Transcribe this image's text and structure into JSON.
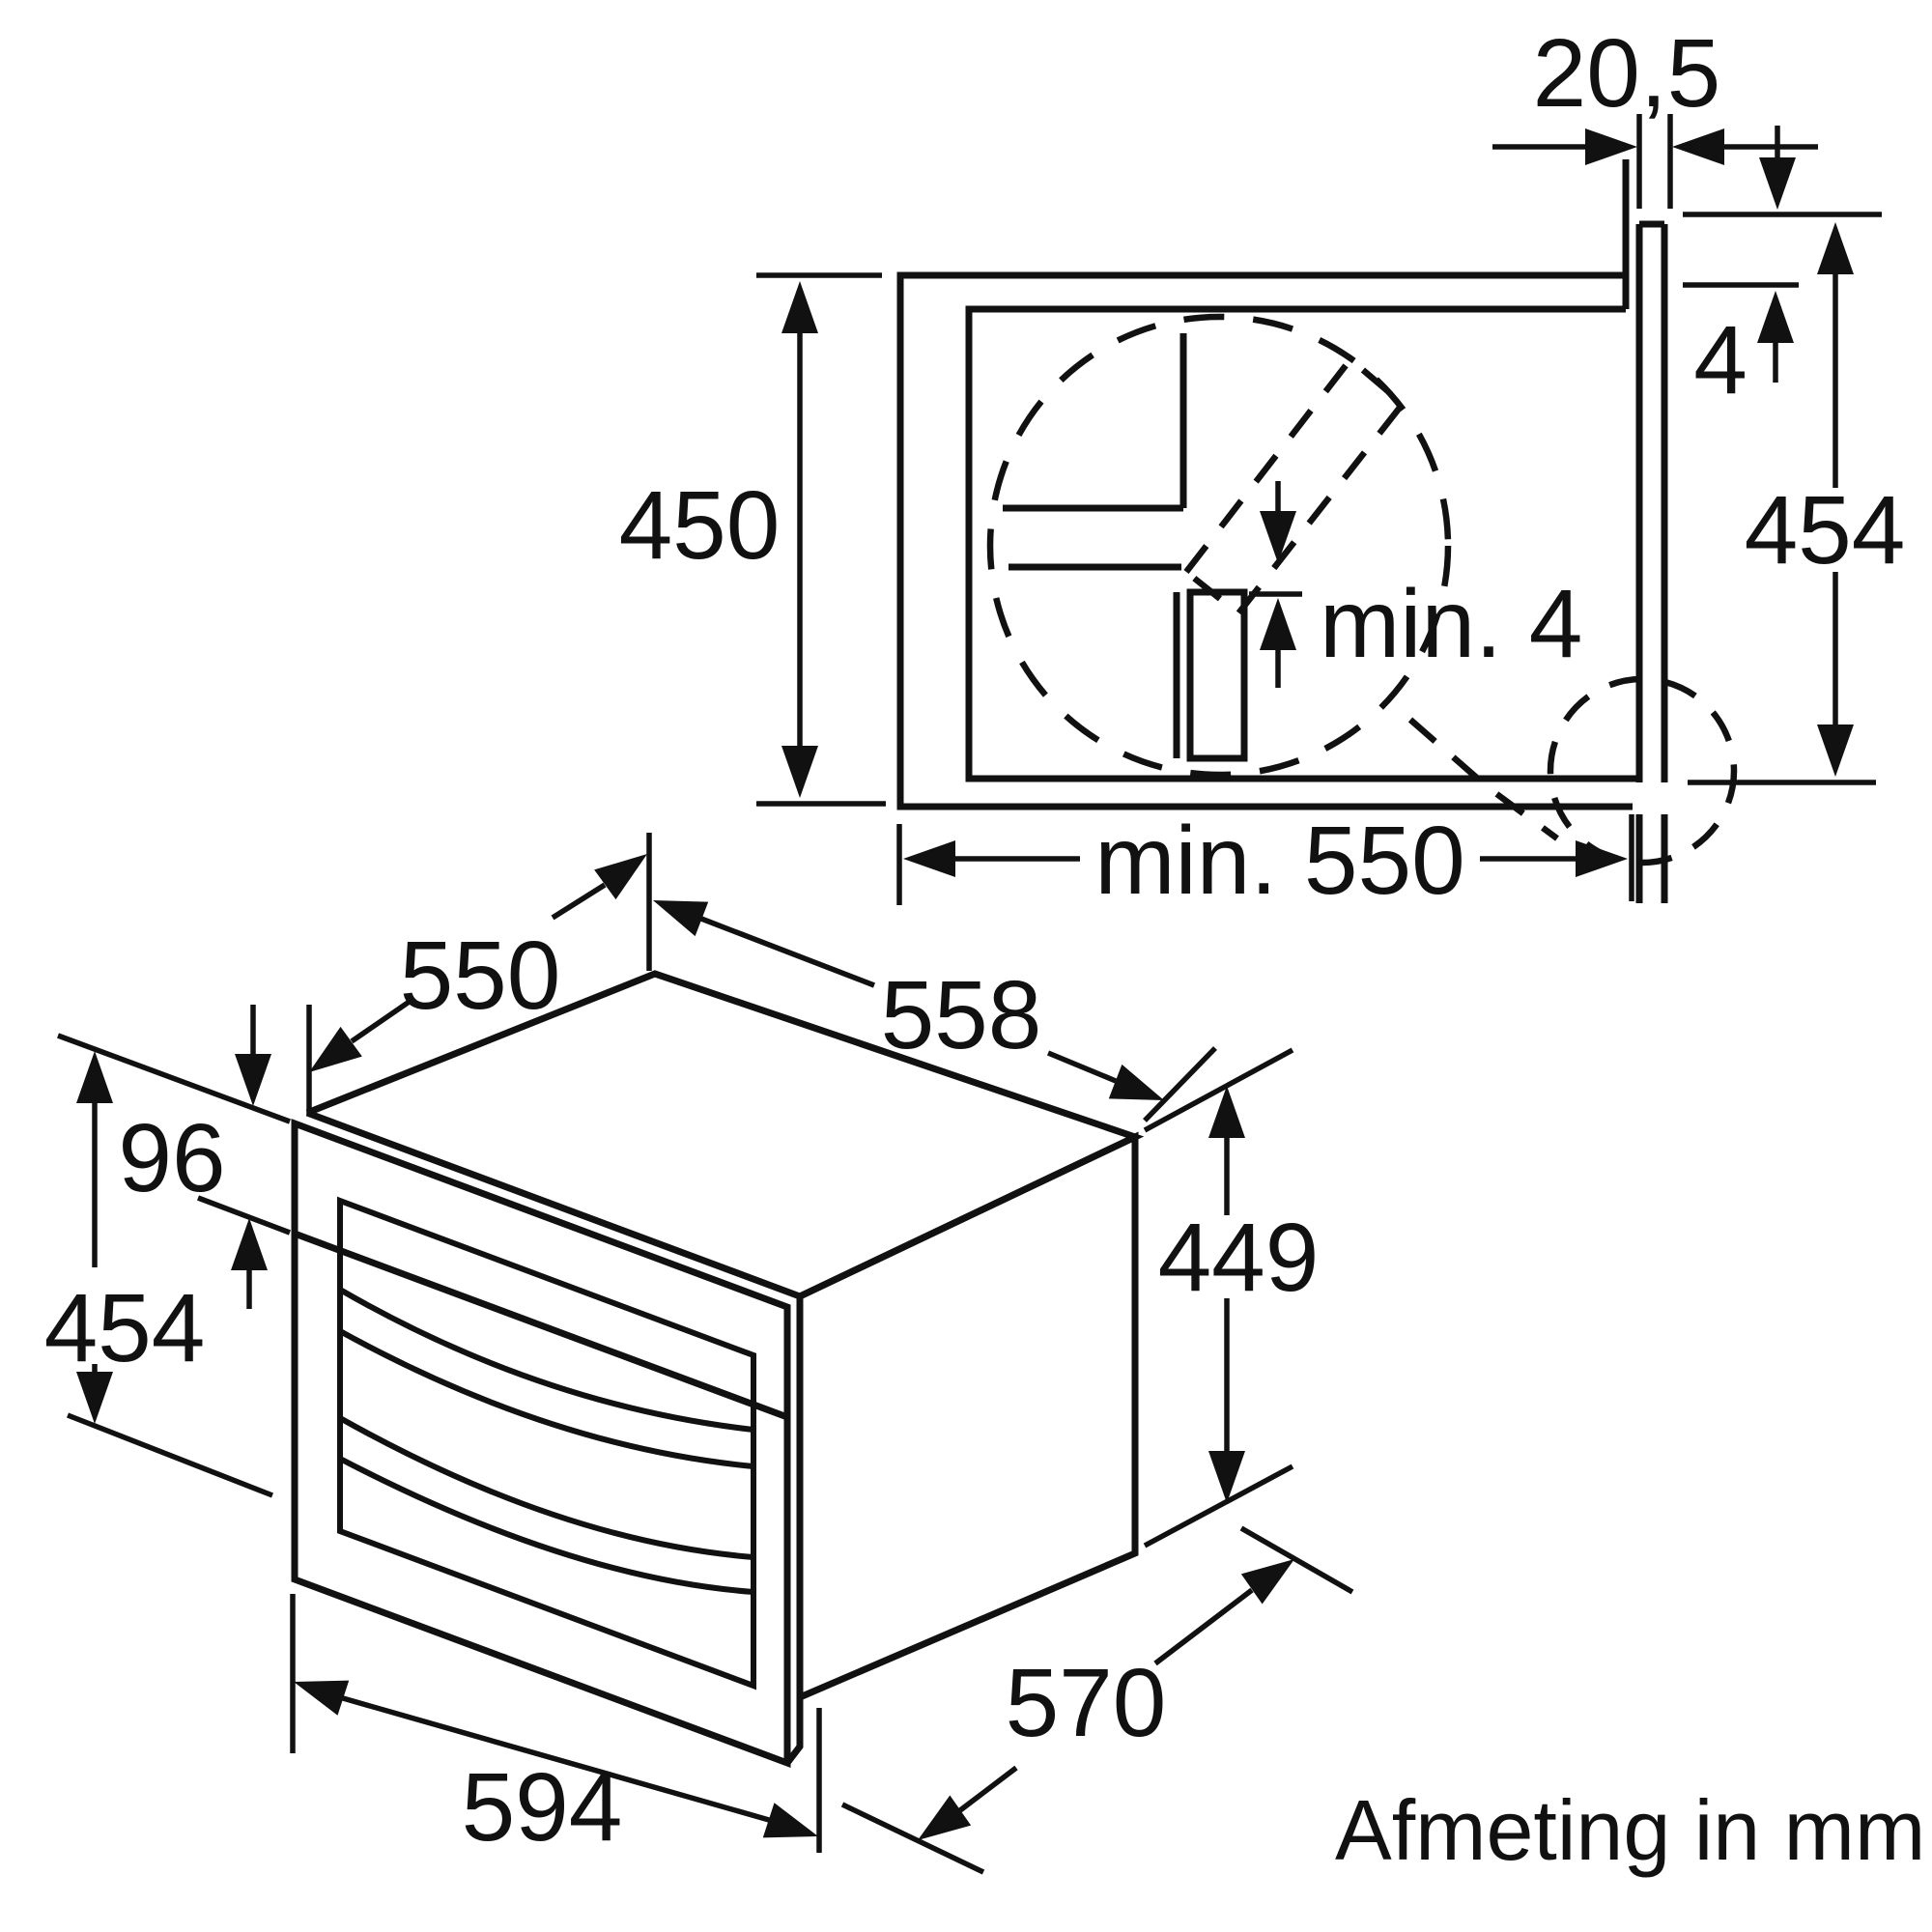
{
  "diagram": {
    "type": "appliance-installation-drawing",
    "caption": "Afmeting in mm",
    "units": "mm",
    "colors": {
      "line": "#111111",
      "background": "#ffffff"
    },
    "top_view": {
      "description": "niche cross-section with turntable swing circle and plug clearance detail",
      "labels": {
        "wall_thickness": "20,5",
        "top_gap": "4",
        "side_height": "454",
        "niche_height": "450",
        "plug_gap": "min. 4",
        "niche_depth_min": "min. 550"
      }
    },
    "oven_view": {
      "description": "3D view of built-in oven",
      "labels": {
        "depth_without_door": "550",
        "body_width": "558",
        "control_panel_height": "96",
        "front_height": "454",
        "body_height": "449",
        "front_width": "594",
        "body_depth": "570"
      }
    }
  }
}
